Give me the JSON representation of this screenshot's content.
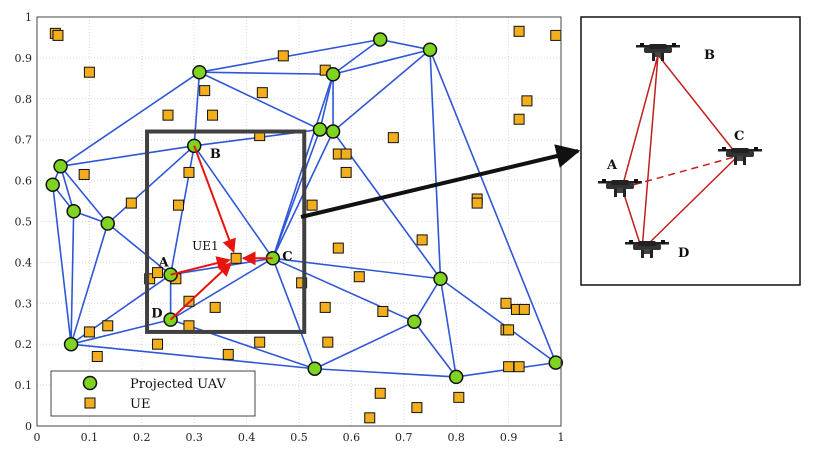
{
  "chart_data": {
    "type": "scatter",
    "xlim": [
      0,
      1
    ],
    "ylim": [
      0,
      1
    ],
    "x_ticks": [
      "0",
      "0.1",
      "0.2",
      "0.3",
      "0.4",
      "0.5",
      "0.6",
      "0.7",
      "0.8",
      "0.9",
      "1"
    ],
    "y_ticks": [
      "0",
      "0.1",
      "0.2",
      "0.3",
      "0.4",
      "0.5",
      "0.6",
      "0.7",
      "0.8",
      "0.9",
      "1"
    ],
    "grid": true,
    "legend_placement": "bottom-left",
    "legend": [
      {
        "name": "Projected UAV",
        "marker": "circle",
        "color": "#7fd321"
      },
      {
        "name": "UE",
        "marker": "square",
        "color": "#f2ae1c"
      }
    ],
    "uav_points": [
      [
        0.03,
        0.59
      ],
      [
        0.045,
        0.635
      ],
      [
        0.07,
        0.525
      ],
      [
        0.135,
        0.495
      ],
      [
        0.065,
        0.2
      ],
      [
        0.31,
        0.865
      ],
      [
        0.3,
        0.685
      ],
      [
        0.255,
        0.37
      ],
      [
        0.255,
        0.26
      ],
      [
        0.45,
        0.41
      ],
      [
        0.54,
        0.725
      ],
      [
        0.565,
        0.72
      ],
      [
        0.565,
        0.86
      ],
      [
        0.655,
        0.945
      ],
      [
        0.75,
        0.92
      ],
      [
        0.77,
        0.36
      ],
      [
        0.72,
        0.255
      ],
      [
        0.53,
        0.14
      ],
      [
        0.8,
        0.12
      ],
      [
        0.99,
        0.155
      ]
    ],
    "ue_points": [
      [
        0.035,
        0.96
      ],
      [
        0.04,
        0.955
      ],
      [
        0.1,
        0.865
      ],
      [
        0.09,
        0.615
      ],
      [
        0.18,
        0.545
      ],
      [
        0.25,
        0.76
      ],
      [
        0.32,
        0.82
      ],
      [
        0.335,
        0.76
      ],
      [
        0.43,
        0.815
      ],
      [
        0.47,
        0.905
      ],
      [
        0.55,
        0.87
      ],
      [
        0.575,
        0.665
      ],
      [
        0.59,
        0.665
      ],
      [
        0.59,
        0.62
      ],
      [
        0.68,
        0.705
      ],
      [
        0.425,
        0.71
      ],
      [
        0.29,
        0.62
      ],
      [
        0.27,
        0.54
      ],
      [
        0.525,
        0.54
      ],
      [
        0.575,
        0.435
      ],
      [
        0.735,
        0.455
      ],
      [
        0.84,
        0.555
      ],
      [
        0.84,
        0.545
      ],
      [
        0.935,
        0.795
      ],
      [
        0.92,
        0.75
      ],
      [
        0.92,
        0.965
      ],
      [
        0.99,
        0.955
      ],
      [
        0.215,
        0.36
      ],
      [
        0.23,
        0.375
      ],
      [
        0.265,
        0.36
      ],
      [
        0.38,
        0.41
      ],
      [
        0.29,
        0.305
      ],
      [
        0.34,
        0.29
      ],
      [
        0.29,
        0.245
      ],
      [
        0.505,
        0.35
      ],
      [
        0.55,
        0.29
      ],
      [
        0.555,
        0.205
      ],
      [
        0.615,
        0.365
      ],
      [
        0.66,
        0.28
      ],
      [
        0.1,
        0.23
      ],
      [
        0.135,
        0.245
      ],
      [
        0.115,
        0.17
      ],
      [
        0.23,
        0.2
      ],
      [
        0.365,
        0.175
      ],
      [
        0.425,
        0.205
      ],
      [
        0.655,
        0.08
      ],
      [
        0.725,
        0.045
      ],
      [
        0.635,
        0.02
      ],
      [
        0.805,
        0.07
      ],
      [
        0.895,
        0.3
      ],
      [
        0.895,
        0.235
      ],
      [
        0.9,
        0.235
      ],
      [
        0.915,
        0.285
      ],
      [
        0.93,
        0.285
      ],
      [
        0.9,
        0.145
      ],
      [
        0.92,
        0.145
      ]
    ],
    "edges": [
      [
        0,
        1
      ],
      [
        0,
        2
      ],
      [
        0,
        4
      ],
      [
        1,
        2
      ],
      [
        1,
        3
      ],
      [
        1,
        5
      ],
      [
        1,
        6
      ],
      [
        2,
        3
      ],
      [
        2,
        4
      ],
      [
        3,
        4
      ],
      [
        3,
        6
      ],
      [
        3,
        7
      ],
      [
        4,
        7
      ],
      [
        4,
        8
      ],
      [
        4,
        17
      ],
      [
        5,
        6
      ],
      [
        5,
        12
      ],
      [
        5,
        10
      ],
      [
        5,
        13
      ],
      [
        6,
        7
      ],
      [
        6,
        9
      ],
      [
        6,
        10
      ],
      [
        7,
        8
      ],
      [
        7,
        9
      ],
      [
        8,
        9
      ],
      [
        8,
        17
      ],
      [
        9,
        10
      ],
      [
        9,
        11
      ],
      [
        9,
        12
      ],
      [
        9,
        15
      ],
      [
        9,
        16
      ],
      [
        9,
        17
      ],
      [
        10,
        12
      ],
      [
        11,
        12
      ],
      [
        11,
        14
      ],
      [
        11,
        15
      ],
      [
        12,
        13
      ],
      [
        12,
        14
      ],
      [
        13,
        14
      ],
      [
        14,
        15
      ],
      [
        14,
        19
      ],
      [
        15,
        16
      ],
      [
        15,
        18
      ],
      [
        16,
        17
      ],
      [
        16,
        18
      ],
      [
        17,
        18
      ],
      [
        18,
        19
      ],
      [
        15,
        19
      ],
      [
        11,
        10
      ]
    ],
    "highlight_box": {
      "x": [
        0.21,
        0.51
      ],
      "y": [
        0.23,
        0.72
      ]
    },
    "annotations": {
      "A": "A",
      "B": "B",
      "C": "C",
      "D": "D",
      "ue": "UE1"
    },
    "arrow_target": [
      0.38,
      0.41
    ]
  },
  "inset": {
    "labels": {
      "B": "B",
      "C": "C",
      "A": "A",
      "D": "D"
    }
  }
}
